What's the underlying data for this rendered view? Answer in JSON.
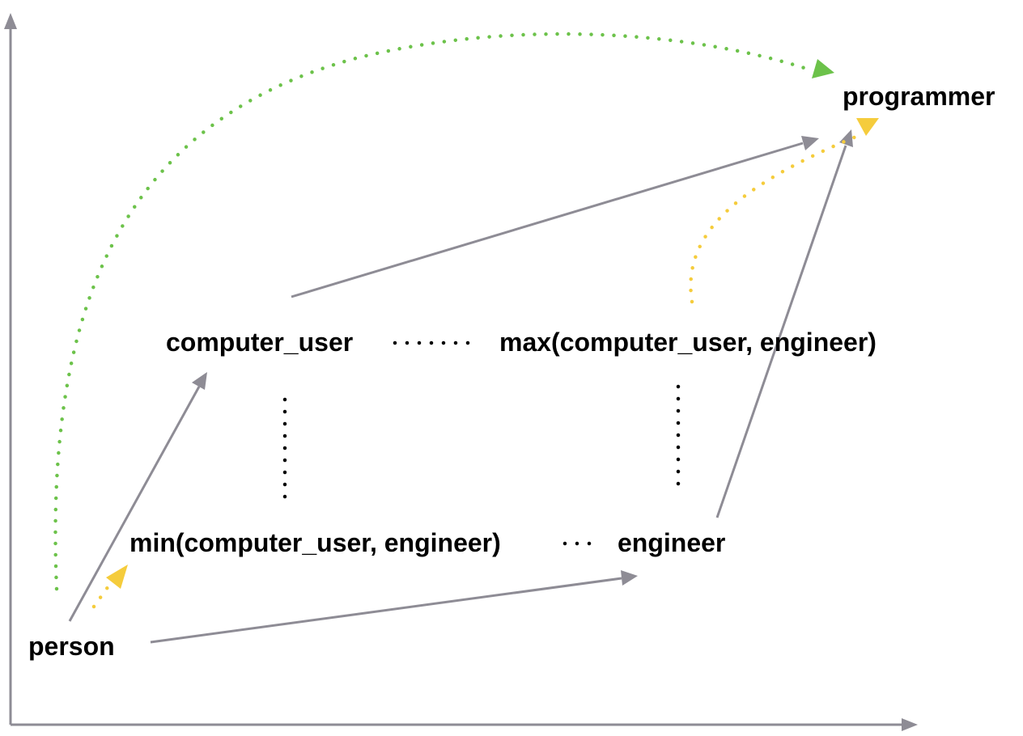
{
  "nodes": {
    "programmer": "programmer",
    "computer_user": "computer_user",
    "max": "max(computer_user, engineer)",
    "min": "min(computer_user, engineer)",
    "engineer": "engineer",
    "person": "person"
  },
  "colors": {
    "arrow": "#8e8c95",
    "green_path": "#6cc24a",
    "yellow_path": "#f5cc3c",
    "dotted_link": "#000000"
  }
}
